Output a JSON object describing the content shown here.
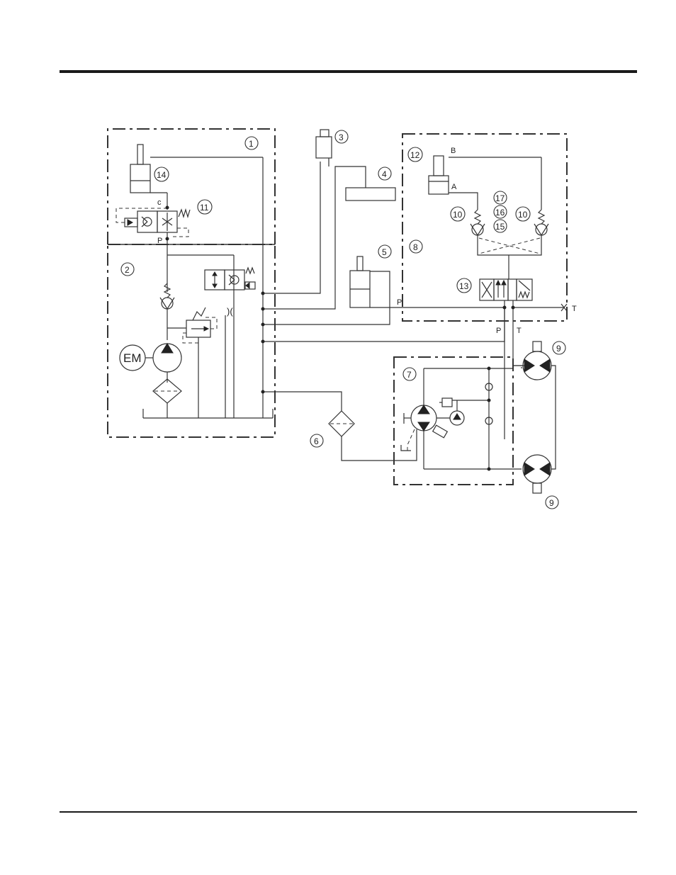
{
  "callouts": {
    "c1": "1",
    "c2": "2",
    "c3": "3",
    "c4": "4",
    "c5": "5",
    "c6": "6",
    "c7": "7",
    "c8": "8",
    "c9a": "9",
    "c9b": "9",
    "c10a": "10",
    "c10b": "10",
    "c11": "11",
    "c12": "12",
    "c13": "13",
    "c14": "14",
    "c15": "15",
    "c16": "16",
    "c17": "17"
  },
  "ports": {
    "c": "c",
    "p_valve": "P",
    "b": "B",
    "a": "A",
    "p_cyl": "P",
    "t_right": "T",
    "p_bottom": "P",
    "t_bottom": "T"
  },
  "motor_label": "EM"
}
